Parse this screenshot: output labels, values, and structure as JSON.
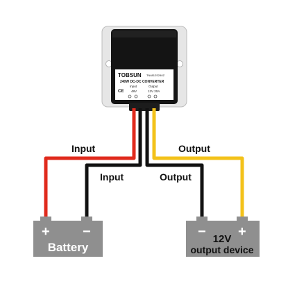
{
  "converter": {
    "brand": "TOBSUN",
    "model": "TN4812S240Z",
    "title": "240W DC-DC CONVERTER",
    "input_header": "Input",
    "output_header": "Output",
    "input_value": "48V",
    "output_value": "12V 20A",
    "ce_mark": "CE"
  },
  "wires": {
    "input_label_red": "Input",
    "input_label_black": "Input",
    "output_label_yellow": "Output",
    "output_label_black": "Output"
  },
  "battery": {
    "label": "Battery",
    "plus": "+",
    "minus": "−"
  },
  "output_device": {
    "line1": "12V",
    "line2": "output device",
    "plus": "+",
    "minus": "−"
  },
  "colors": {
    "positive_in": "#e02a1c",
    "negative": "#111111",
    "positive_out": "#f3c21a",
    "box_fill": "#8f8f8f",
    "converter_body": "#141414",
    "mount_plate": "#e7e7e7"
  }
}
